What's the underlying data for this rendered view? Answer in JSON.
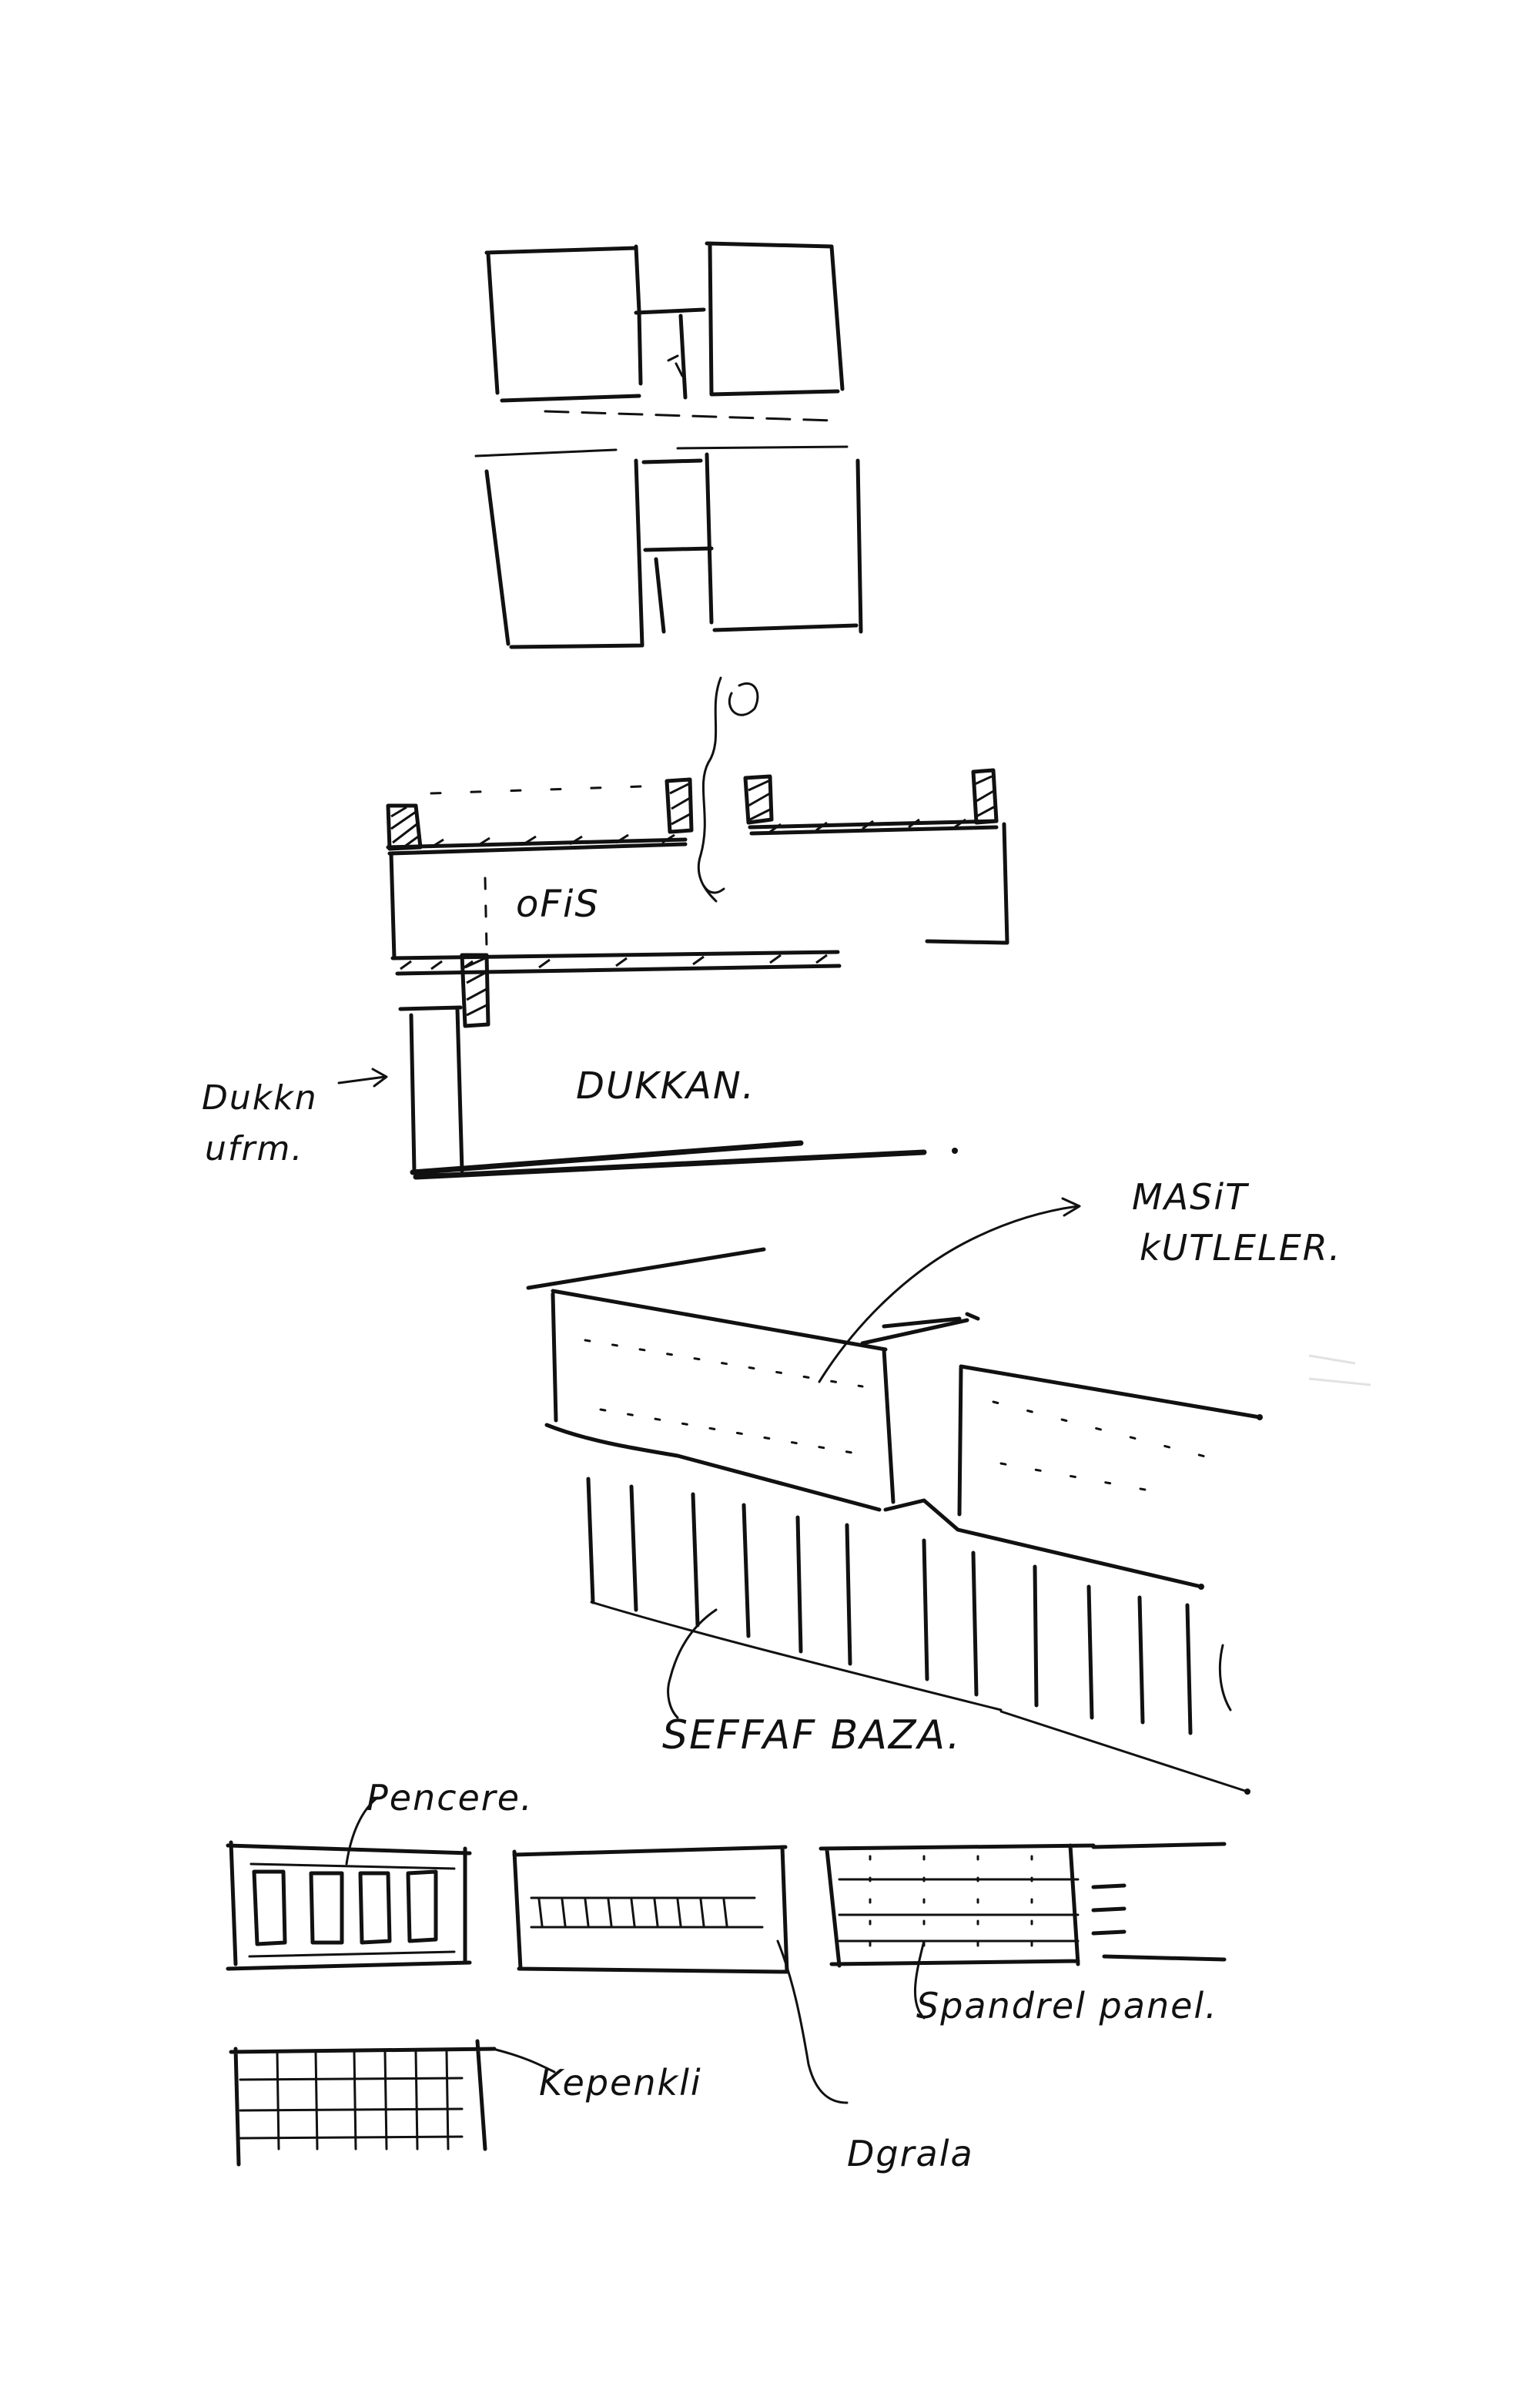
{
  "labels": {
    "ofis": "oFiS",
    "dukkan": "DUKKAN.",
    "dukkan_ic_duvar_line1": "Dukkn",
    "dukkan_ic_duvar_line2": "ufrm.",
    "masif_kutleler_line1": "MASiT",
    "masif_kutleler_line2": "kUTLELER.",
    "seffaf_baza": "SEFFAF BAZA.",
    "pencere": "Pencere.",
    "spandrel": "Spandrel panel.",
    "kepenkli": "Kepenkli",
    "doseme": "Dgrala"
  },
  "ink_color": "#111111",
  "paper_color": "#ffffff"
}
